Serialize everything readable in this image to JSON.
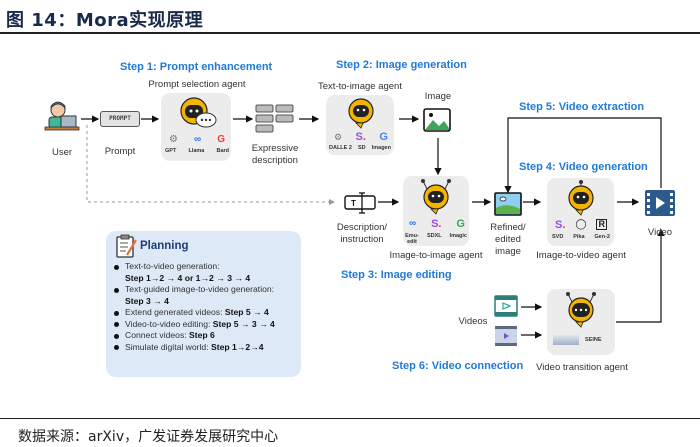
{
  "figure": {
    "title": "图 14：Mora实现原理",
    "source": "数据来源：arXiv，广发证券发展研究中心"
  },
  "steps": {
    "step1": "Step 1: Prompt enhancement",
    "step2": "Step 2: Image generation",
    "step3": "Step 3: Image editing",
    "step4": "Step 4: Video generation",
    "step5": "Step 5: Video extraction",
    "step6": "Step 6: Video connection"
  },
  "nodes": {
    "user": "User",
    "prompt": "Prompt",
    "prompt_icon_text": "PROMPT",
    "expressive_1": "Expressive",
    "expressive_2": "description",
    "image": "Image",
    "description_1": "Description/",
    "description_2": "instruction",
    "refined_1": "Refined/",
    "refined_2": "edited",
    "refined_3": "image",
    "video": "Video",
    "videos": "Videos",
    "desc_icon_text": "T"
  },
  "agents": {
    "prompt_selection": {
      "title": "Prompt selection agent",
      "models": [
        "GPT",
        "Llama",
        "Bard"
      ]
    },
    "text_to_image": {
      "title": "Text-to-image agent",
      "models": [
        "DALLE 2",
        "SD",
        "Imagen"
      ]
    },
    "image_to_image": {
      "title": "Image-to-image agent",
      "models": [
        "Emu-edit",
        "SDXL",
        "Imagic"
      ]
    },
    "image_to_video": {
      "title": "Image-to-video agent",
      "models": [
        "SVD",
        "Pika",
        "Gen-2"
      ]
    },
    "video_transition": {
      "title": "Video transition agent",
      "models": [
        "SEINE"
      ]
    }
  },
  "planning": {
    "title": "Planning",
    "items": [
      {
        "text": "Text-to-video generation:",
        "bold": "Step 1→2 → 4  or 1→2 → 3 → 4",
        "newline": true
      },
      {
        "text": "Text-guided image-to-video generation:",
        "bold": "Step 3 → 4",
        "newline": true
      },
      {
        "text": "Extend generated videos: ",
        "bold": "Step 5 → 4",
        "newline": false
      },
      {
        "text": "Video-to-video editing: ",
        "bold": "Step 5 → 3 → 4",
        "newline": false
      },
      {
        "text": "Connect videos: ",
        "bold": "Step 6",
        "newline": false
      },
      {
        "text": "Simulate digital world: ",
        "bold": "Step 1→2→4",
        "newline": false
      }
    ]
  },
  "colors": {
    "step_blue": "#1f7ad8",
    "robot_yellow": "#f5b400",
    "card_gray": "#ececec",
    "planning_bg": "#dde9f6",
    "video_icon": "#2c5a8c"
  }
}
